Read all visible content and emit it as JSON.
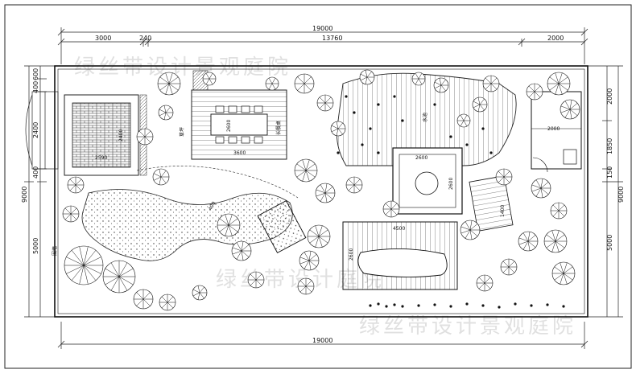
{
  "dimensions": {
    "top_total": "19000",
    "bottom_total": "19000",
    "top_segments": [
      "3000",
      "240",
      "13760",
      "2000"
    ],
    "left_segments": [
      "600",
      "400",
      "2400",
      "400",
      "5000"
    ],
    "left_total": "9000",
    "right_segments": [
      "2000",
      "1850",
      "150",
      "5000"
    ],
    "right_total": "9000"
  },
  "annotations": {
    "paving_width": "2590",
    "paving_height": "2400",
    "dining_width": "3600",
    "dining_height": "2600",
    "pavilion_width": "2600",
    "pavilion_height": "2600",
    "deck_width": "4500",
    "deck_height": "2600",
    "small_room": "2000",
    "stair_dim": "1400",
    "path_dim": "400",
    "pool_label": "水池",
    "table_label": "长餐桌",
    "wall_label": "围墙",
    "lawn_label": "草坪"
  },
  "watermark": {
    "top": "绿丝带设计景观庭院",
    "middle": "绿丝带设计庭院",
    "bottom": "绿丝带设计景观庭院"
  }
}
